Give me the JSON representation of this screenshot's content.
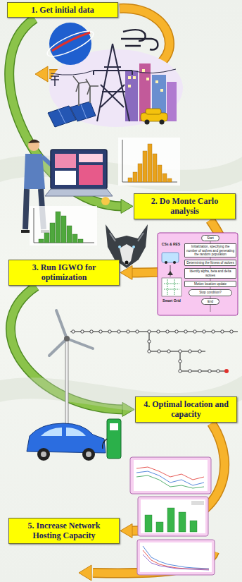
{
  "diagram": {
    "nodes": [
      {
        "text": [
          "1. Get initial data"
        ]
      },
      {
        "text": [
          "2. Do Monte Carlo analysis"
        ]
      },
      {
        "text": [
          "3. Run IGWO for optimization"
        ]
      },
      {
        "text": [
          "4. Optimal location and capacity"
        ]
      },
      {
        "text": [
          "5. Increase Network Hosting Capacity"
        ]
      }
    ],
    "edges": [
      {
        "from": 0,
        "to": 1,
        "arrow": "to"
      },
      {
        "from": 1,
        "to": 2,
        "arrow": "to"
      },
      {
        "from": 2,
        "to": 3,
        "arrow": "to"
      },
      {
        "from": 3,
        "to": 4,
        "arrow": "to"
      }
    ],
    "labels": [
      "Start",
      "Initialization, specifying the number of wolves and generating the random population",
      "Determining the fitness of wolves",
      "Identify alpha, beta and delta wolves",
      "Motion location update",
      "Stop condition?",
      "End",
      "CSs & RES",
      "Smart Grid"
    ]
  }
}
